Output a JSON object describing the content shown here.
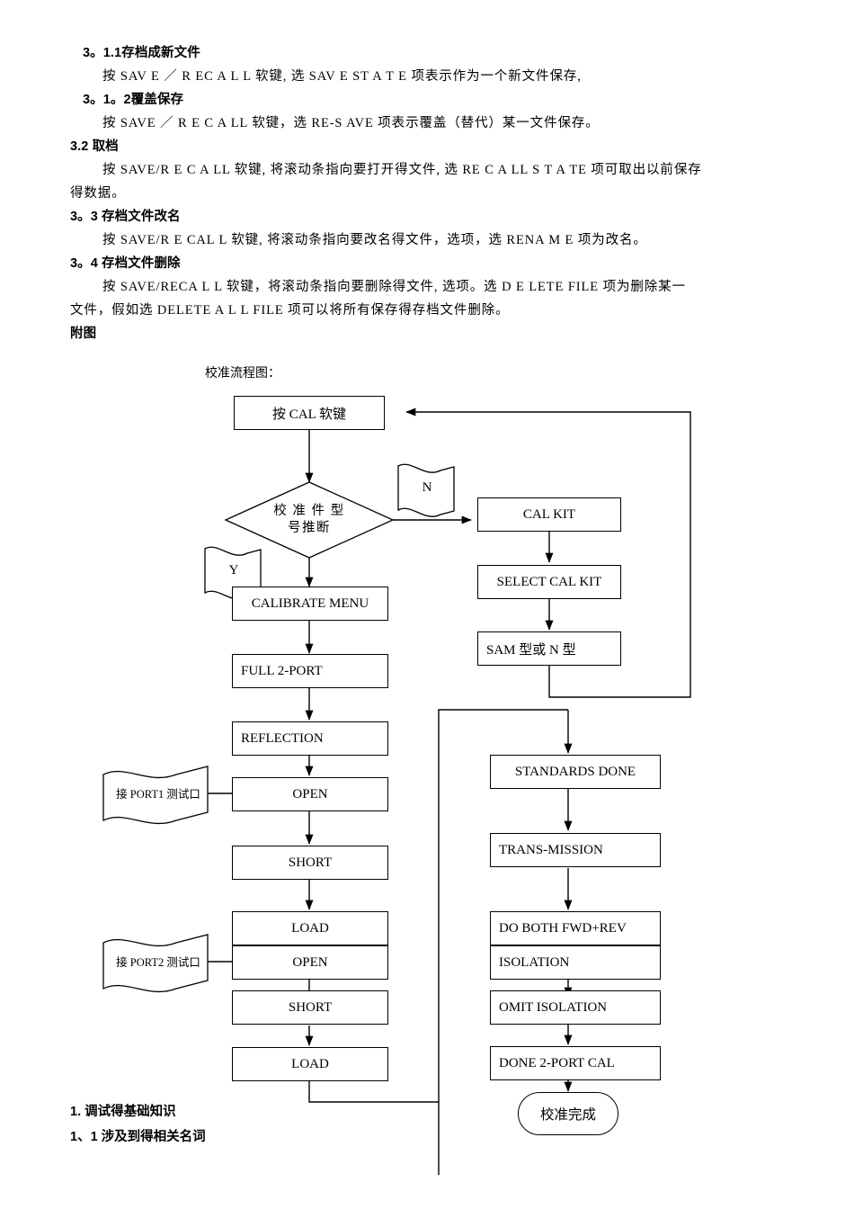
{
  "document": {
    "paragraphs": [
      {
        "id": "h311",
        "kind": "heading",
        "indent": 1,
        "text": "3。1.1存档成新文件"
      },
      {
        "id": "p311",
        "kind": "body",
        "indent": 2,
        "text": "按 SAV E ／ R EC A L L 软键, 选 SAV E  ST A T E 项表示作为一个新文件保存,"
      },
      {
        "id": "h312",
        "kind": "heading",
        "indent": 1,
        "text": "3。1。2覆盖保存"
      },
      {
        "id": "p312",
        "kind": "body",
        "indent": 2,
        "text": "按 SAVE ／ R E C A LL 软键，选 RE-S AVE 项表示覆盖（替代）某一文件保存。"
      },
      {
        "id": "h32",
        "kind": "heading",
        "indent": 0,
        "text": "3.2 取档"
      },
      {
        "id": "p32a",
        "kind": "body",
        "indent": 2,
        "text": "按 SAVE/R E C A LL 软键, 将滚动条指向要打开得文件, 选 RE C A LL  S  T A TE 项可取出以前保存"
      },
      {
        "id": "p32b",
        "kind": "body",
        "indent": 0,
        "text": "得数据。"
      },
      {
        "id": "h33",
        "kind": "heading",
        "indent": 0,
        "text": "3。3  存档文件改名"
      },
      {
        "id": "p33",
        "kind": "body",
        "indent": 2,
        "text": "按 SAVE/R E CAL L 软键, 将滚动条指向要改名得文件，选项，选 RENA M E 项为改名。"
      },
      {
        "id": "h34",
        "kind": "heading",
        "indent": 0,
        "text": "3。4 存档文件删除"
      },
      {
        "id": "p34a",
        "kind": "body",
        "indent": 2,
        "text": "按 SAVE/RECA L L 软键，将滚动条指向要删除得文件, 选项。选 D E LETE       FILE 项为删除某一"
      },
      {
        "id": "p34b",
        "kind": "body",
        "indent": 0,
        "text": "文件，假如选 DELETE  A L L  FILE 项可以将所有保存得存档文件删除。"
      },
      {
        "id": "h_fig",
        "kind": "heading",
        "indent": 0,
        "text": "附图"
      }
    ],
    "footer": {
      "line1": "1.     调试得基础知识",
      "line2": "1、1 涉及到得相关名词"
    }
  },
  "flowchart": {
    "caption": "校准流程图：",
    "nodes": {
      "press_cal": "按 CAL 软键",
      "decision": {
        "line1": "校 准 件 型",
        "line2": "号推断"
      },
      "flag_yes": "Y",
      "flag_no": "N",
      "calibrate_menu": "CALIBRATE MENU",
      "full_2_port": "FULL 2-PORT",
      "reflection": "REFLECTION",
      "open1": "OPEN",
      "short1": "SHORT",
      "load1": "LOAD",
      "open2": "OPEN",
      "short2": "SHORT",
      "load2": "LOAD",
      "cal_kit": "CAL KIT",
      "select_cal_kit": "SELECT CAL KIT",
      "sam_or_n": "SAM 型或 N 型",
      "standards_done": "STANDARDS  DONE",
      "trans_mission": "TRANS-MISSION",
      "do_both": "DO BOTH FWD+REV",
      "isolation": "ISOLATION",
      "omit_isolation": "OMIT ISOLATION",
      "done_2_port_cal": "DONE 2-PORT CAL",
      "terminal_done": "校准完成"
    },
    "annotations": {
      "port1_note": "接 PORT1 测试口",
      "port2_note": "接 PORT2 测试口"
    },
    "colors": {
      "stroke": "#000000",
      "fill": "#ffffff",
      "page": "#ffffff"
    }
  }
}
